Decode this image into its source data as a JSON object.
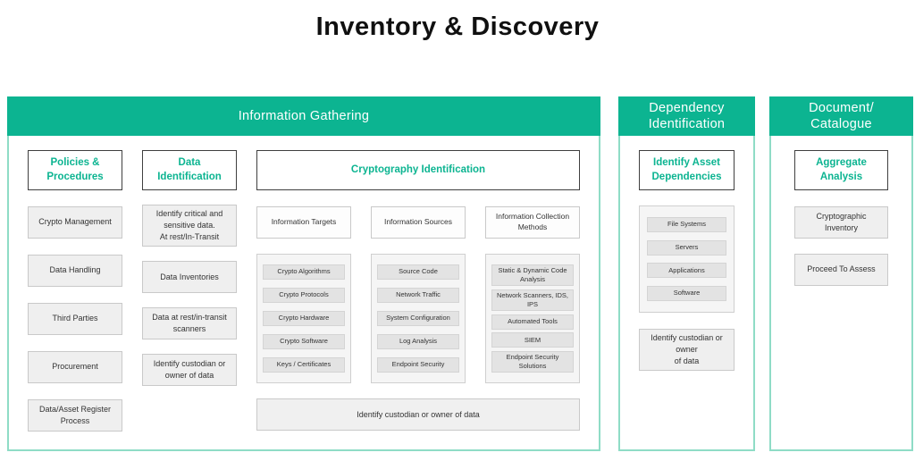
{
  "colors": {
    "accent": "#0cb491",
    "panel_border": "#8fdcc6"
  },
  "title": "Inventory & Discovery",
  "information_gathering": {
    "header": "Information Gathering",
    "policies": {
      "header": "Policies &\nProcedures",
      "items": [
        "Crypto Management",
        "Data Handling",
        "Third Parties",
        "Procurement",
        "Data/Asset Register Process"
      ]
    },
    "data_identification": {
      "header": "Data\nIdentification",
      "items": [
        "Identify critical and sensitive data.\nAt rest/In-Transit",
        "Data Inventories",
        "Data at rest/in-transit scanners",
        "Identify custodian or owner of data"
      ]
    },
    "cryptography": {
      "header": "Cryptography Identification",
      "targets": {
        "header": "Information Targets",
        "items": [
          "Crypto Algorithms",
          "Crypto Protocols",
          "Crypto Hardware",
          "Crypto Software",
          "Keys / Certificates"
        ]
      },
      "sources": {
        "header": "Information Sources",
        "items": [
          "Source Code",
          "Network Traffic",
          "System Configuration",
          "Log Analysis",
          "Endpoint Security"
        ]
      },
      "methods": {
        "header": "Information Collection Methods",
        "items": [
          "Static & Dynamic Code Analysis",
          "Network Scanners, IDS, IPS",
          "Automated Tools",
          "SIEM",
          "Endpoint Security Solutions"
        ]
      },
      "footer": "Identify custodian or owner of data"
    }
  },
  "dependency_identification": {
    "header": "Dependency\nIdentification",
    "subheader": "Identify Asset\nDependencies",
    "items": [
      "File Systems",
      "Servers",
      "Applications",
      "Software"
    ],
    "footer": "Identify custodian or owner\nof data"
  },
  "document_catalogue": {
    "header": "Document/\nCatalogue",
    "subheader": "Aggregate\nAnalysis",
    "items": [
      "Cryptographic Inventory",
      "Proceed To Assess"
    ]
  }
}
